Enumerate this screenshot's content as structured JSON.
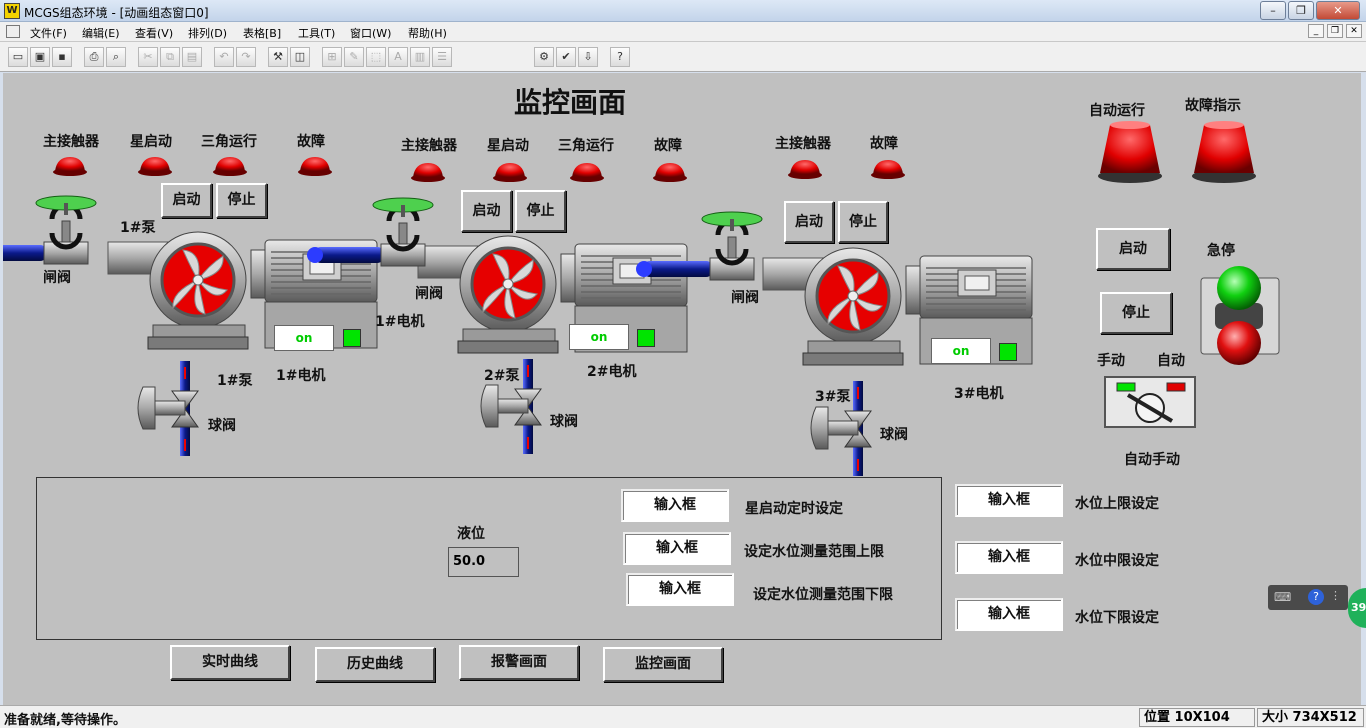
{
  "window": {
    "title": "MCGS组态环境 - [动画组态窗口0]",
    "logo_text": "W"
  },
  "menu": [
    {
      "label": "文件(F)"
    },
    {
      "label": "编辑(E)"
    },
    {
      "label": "查看(V)"
    },
    {
      "label": "排列(D)"
    },
    {
      "label": "表格[B]"
    },
    {
      "label": "工具(T)"
    },
    {
      "label": "窗口(W)"
    },
    {
      "label": "帮助(H)"
    }
  ],
  "screen": {
    "title": "监控画面"
  },
  "pump1": {
    "lamp_labels": [
      "主接触器",
      "星启动",
      "三角运行",
      "故障"
    ],
    "start": "启动",
    "stop": "停止",
    "pump_label": "1#泵",
    "valve_label": "闸阀",
    "motor_label": "1#电机",
    "motor_label2": "1#电机",
    "pump_label2": "1#泵",
    "ball_valve": "球阀",
    "status": "on"
  },
  "pump2": {
    "lamp_labels": [
      "主接触器",
      "星启动",
      "三角运行",
      "故障"
    ],
    "start": "启动",
    "stop": "停止",
    "valve_label": "闸阀",
    "pump_label": "2#泵",
    "motor_label": "2#电机",
    "ball_valve": "球阀",
    "status": "on"
  },
  "pump3": {
    "lamp_labels": [
      "主接触器",
      "故障"
    ],
    "start": "启动",
    "stop": "停止",
    "valve_label": "闸阀",
    "pump_label": "3#泵",
    "motor_label": "3#电机",
    "ball_valve": "球阀",
    "status": "on"
  },
  "right": {
    "auto_run": "自动运行",
    "fault": "故障指示",
    "start": "启动",
    "stop": "停止",
    "estop": "急停",
    "manual": "手动",
    "auto": "自动",
    "auto_manual": "自动手动"
  },
  "panel": {
    "level_label": "液位",
    "level_value": "50.0",
    "inputs": [
      {
        "value": "输入框",
        "label": "星启动定时设定"
      },
      {
        "value": "输入框",
        "label": "设定水位测量范围上限"
      },
      {
        "value": "输入框",
        "label": "设定水位测量范围下限"
      }
    ],
    "right_inputs": [
      {
        "value": "输入框",
        "label": "水位上限设定"
      },
      {
        "value": "输入框",
        "label": "水位中限设定"
      },
      {
        "value": "输入框",
        "label": "水位下限设定"
      }
    ]
  },
  "nav": [
    {
      "label": "实时曲线"
    },
    {
      "label": "历史曲线"
    },
    {
      "label": "报警画面"
    },
    {
      "label": "监控画面"
    }
  ],
  "status": {
    "message": "准备就绪,等待操作。",
    "position": "位置 10X104",
    "size": "大小 734X512"
  },
  "tray": {
    "badge": "39"
  },
  "colors": {
    "lamp_red": "#e00000",
    "on_green": "#00e400",
    "pipe_blue": "#0b1a8a"
  }
}
